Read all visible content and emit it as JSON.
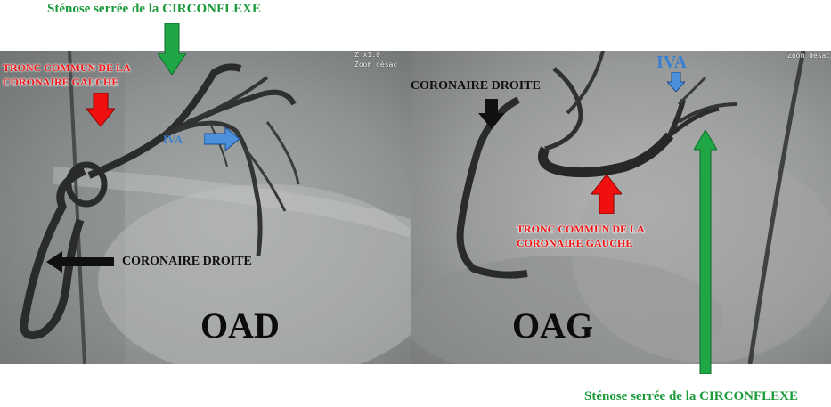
{
  "labels": {
    "stenosis_top": "Sténose serrée de la CIRCONFLEXE",
    "stenosis_bottom": "Sténose serrée de la CIRCONFLEXE",
    "tronc_left_line1": "TRONC COMMUN DE LA",
    "tronc_left_line2": "CORONAIRE GAUCHE",
    "tronc_right_line1": "TRONC COMMUN DE LA",
    "tronc_right_line2": "CORONAIRE GAUCHE",
    "iva_left": "IVA",
    "iva_right": "IVA",
    "cd_left": "CORONAIRE DROITE",
    "cd_right": "CORONAIRE DROITE",
    "view_left": "OAD",
    "view_right": "OAG",
    "zoom_line1": "Z x1.0",
    "zoom_line2": "Zoom désac",
    "zoom_corner": "Zoom désac"
  },
  "colors": {
    "green_arrow": "#1fa645",
    "red_arrow": "#f01010",
    "blue_arrow": "#4a90dc",
    "black_arrow": "#101010"
  }
}
